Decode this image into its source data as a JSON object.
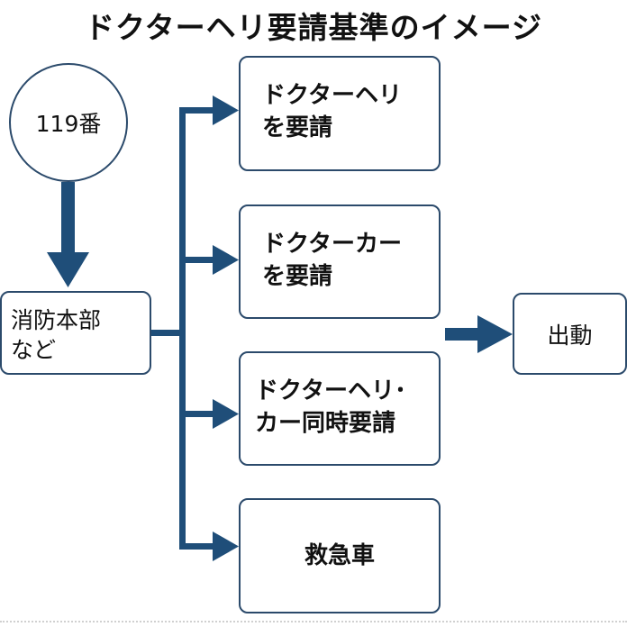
{
  "title": "ドクターヘリ要請基準のイメージ",
  "start": "119番",
  "source": "消防本部\nなど",
  "options": [
    "ドクターヘリ\nを要請",
    "ドクターカー\nを要請",
    "ドクターヘリ･\nカー同時要請",
    "救急車"
  ],
  "result": "出動",
  "colors": {
    "arrow": "#1f4e79",
    "line": "#1f4e79",
    "border": "#2b4a6b"
  }
}
